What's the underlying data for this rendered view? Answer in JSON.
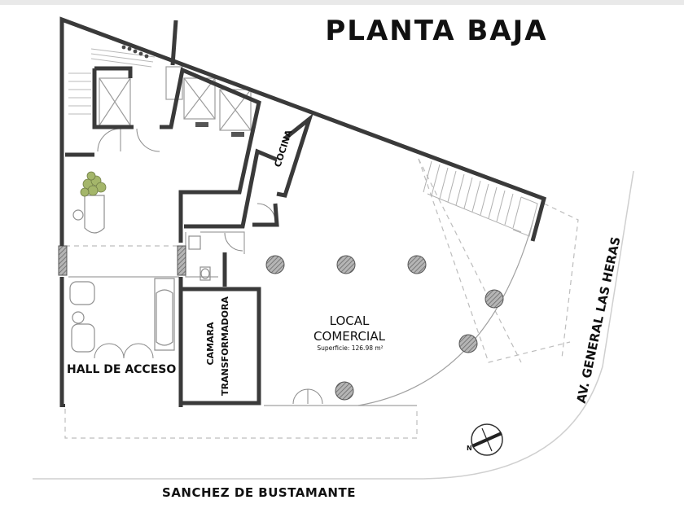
{
  "title": "PLANTA BAJA",
  "rooms": {
    "cocina": "COCINA",
    "hall": "HALL DE ACCESO",
    "camara_line1": "CAMARA",
    "camara_line2": "TRANSFORMADORA",
    "local_line1": "LOCAL",
    "local_line2": "COMERCIAL",
    "local_area": "Superficie: 126.98 m²"
  },
  "streets": {
    "bottom": "SANCHEZ DE BUSTAMANTE",
    "right": "AV. GENERAL LAS HERAS"
  },
  "compass": {
    "north_letter": "N"
  },
  "colors": {
    "wall": "#3a3a3a",
    "line": "#9a9a9a",
    "column": "#8c8c8c"
  }
}
